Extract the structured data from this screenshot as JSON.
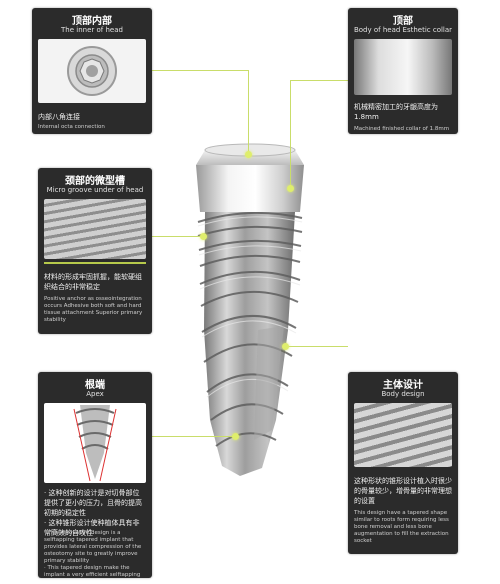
{
  "colors": {
    "card_bg": "#2b2b2b",
    "accent_green": "#c9dd6a",
    "implant_silver": "#bdbdbd"
  },
  "cards": {
    "inner_head": {
      "title_zh": "顶部内部",
      "title_en": "The inner of head",
      "caption_zh": "内部八角连接",
      "caption_en": "Internal octa connection"
    },
    "head_body": {
      "title_zh": "顶部",
      "title_en": "Body of head Esthetic collar",
      "caption_zh": "机械精密加工的牙龈高度为1.8mm",
      "caption_en": "Machined finished collar of 1.8mm"
    },
    "micro_groove": {
      "title_zh": "颈部的微型槽",
      "title_en": "Micro groove under of head",
      "caption_zh": "材料的形成牢固抓握，能软硬组织结合的非常稳定",
      "caption_en": "Positive anchor as osseointegration occurs Adhesive both soft and hard tissue attachment Superior primary stability"
    },
    "apex": {
      "title_zh": "根端",
      "title_en": "Apex",
      "caption_zh": "· 这种创新的设计是对切骨部位提供了更小的压力，且骨的提高初期的稳定性\n· 这种锥形设计使种植体具有非常高效的自攻性",
      "caption_en": "· This innovative design is a selftapping tapered implant that provides lateral compression of the osteotomy site to greatly improve primary stability\n· This tapered design make the implant a very efficient selftapping unit"
    },
    "body_design": {
      "title_zh": "主体设计",
      "title_en": "Body design",
      "caption_zh": "这种形状的锥形设计植入时很少的骨量较少，增骨量的非常理想的设置",
      "caption_en": "This design have a tapered shape similar to roots form requiring less bone removal and less bone augmentation to fill the extraction socket"
    }
  }
}
